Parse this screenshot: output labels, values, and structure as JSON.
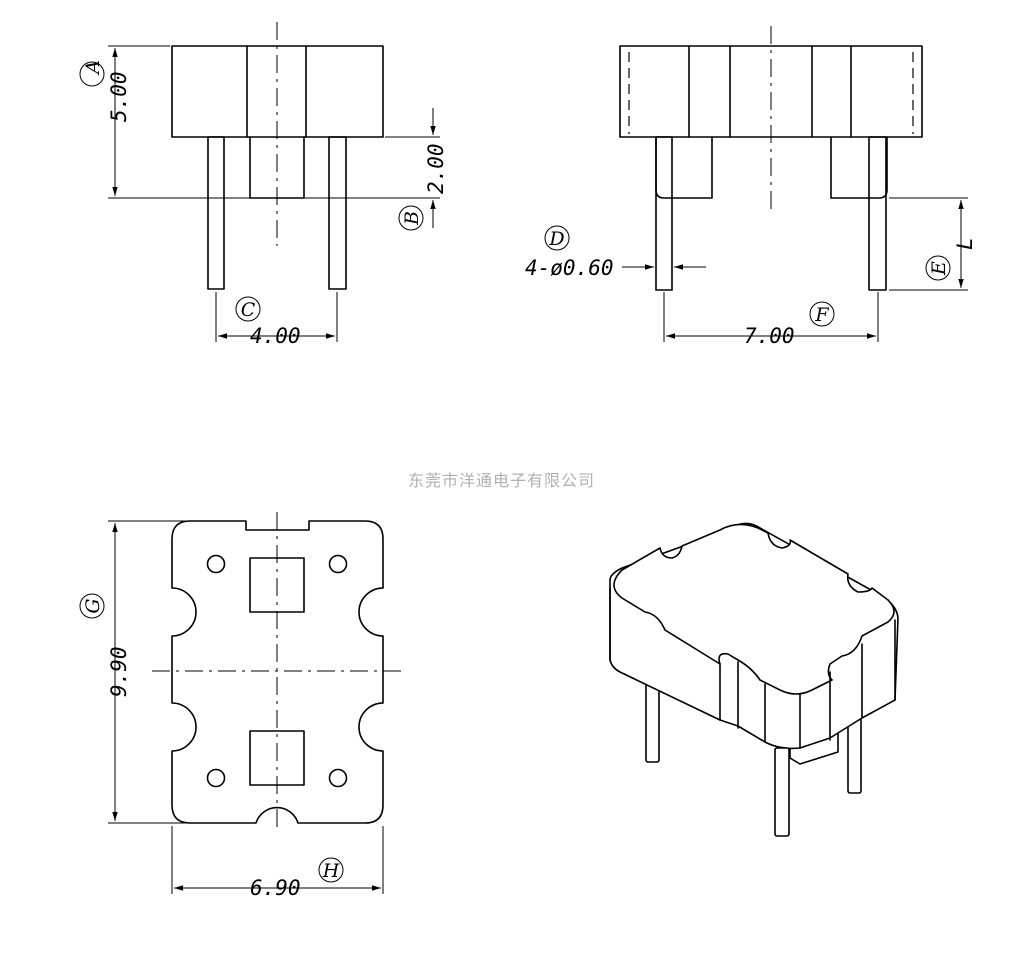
{
  "watermark": "东莞市洋通电子有限公司",
  "front_view": {
    "dim_height": "5.00",
    "dim_pin_len": "2.00",
    "dim_pin_pitch": "4.00",
    "label_a": "A",
    "label_b": "B",
    "label_c": "C"
  },
  "side_view": {
    "dim_pin_dia": "4-ø0.60",
    "dim_pin_pitch": "7.00",
    "dim_l": "L",
    "label_d": "D",
    "label_e": "E",
    "label_f": "F"
  },
  "top_view": {
    "dim_length": "9.90",
    "dim_width": "6.90",
    "label_g": "G",
    "label_h": "H"
  }
}
